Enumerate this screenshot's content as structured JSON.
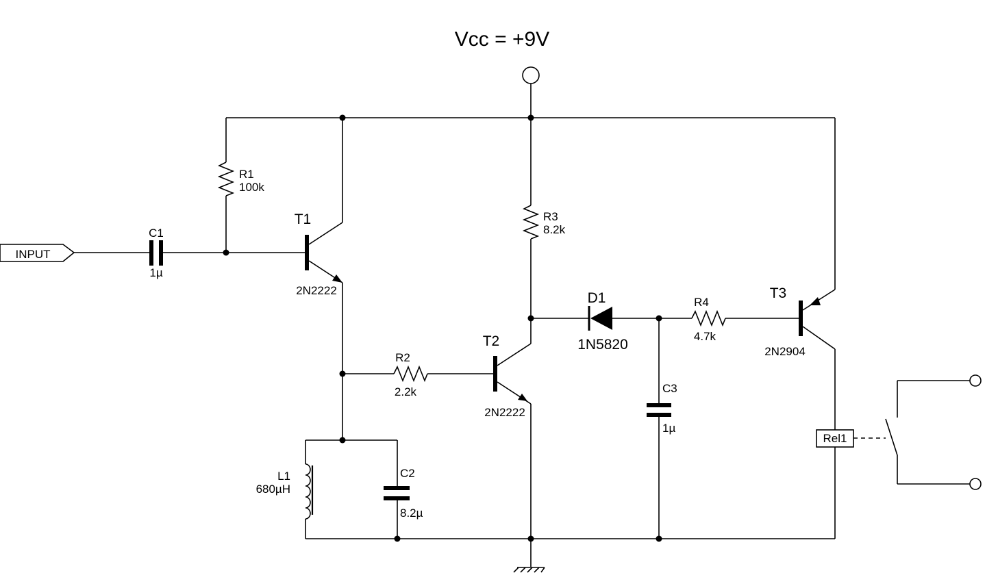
{
  "supply": {
    "label": "Vcc = +9V"
  },
  "input": {
    "label": "INPUT"
  },
  "components": {
    "C1": {
      "ref": "C1",
      "value": "1µ"
    },
    "R1": {
      "ref": "R1",
      "value": "100k"
    },
    "T1": {
      "ref": "T1",
      "value": "2N2222"
    },
    "R2": {
      "ref": "R2",
      "value": "2.2k"
    },
    "T2": {
      "ref": "T2",
      "value": "2N2222"
    },
    "R3": {
      "ref": "R3",
      "value": "8.2k"
    },
    "D1": {
      "ref": "D1",
      "value": "1N5820"
    },
    "R4": {
      "ref": "R4",
      "value": "4.7k"
    },
    "T3": {
      "ref": "T3",
      "value": "2N2904"
    },
    "C3": {
      "ref": "C3",
      "value": "1µ"
    },
    "L1": {
      "ref": "L1",
      "value": "680µH"
    },
    "C2": {
      "ref": "C2",
      "value": "8.2µ"
    },
    "Rel1": {
      "ref": "Rel1"
    }
  }
}
